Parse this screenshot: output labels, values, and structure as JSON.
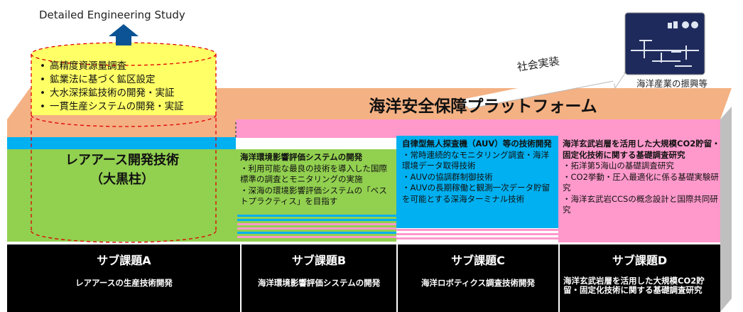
{
  "top_label": "Detailed Engineering Study",
  "cylinder_bullets": [
    "高精度資源量調査",
    "鉱業法に基づく鉱区設定",
    "大水深採鉱技術の開発・実証",
    "一貫生産システムの開発・実証"
  ],
  "platform_title": "海洋安全保障プラットフォーム",
  "social_label": "社会実装",
  "ocean_industry_label": "海洋産業の振興等",
  "colors": {
    "green": "#92d050",
    "pink": "#ff99cc",
    "blue": "#00b0f0",
    "peach": "#f4b183",
    "black": "#000000",
    "navy": "#1f2a5c"
  },
  "column_a": {
    "title_line1": "レアアース開発技術",
    "title_line2": "（大黒柱）"
  },
  "column_b": {
    "heading": "海洋環境影響評価システムの開発",
    "items": [
      "・利用可能な最良の技術を導入した国際標準の調査とモニタリングの実施",
      "・深海の環境影響評価システムの「ベストプラクティス」を目指す"
    ]
  },
  "column_c": {
    "heading": "自律型無人探査機（AUV）等の技術開発",
    "items": [
      "・常時連続的なモニタリング調査・海洋環境データ取得技術",
      "・AUVの協調群制御技術",
      "・AUVの長期稼働と観測一次データ貯留を可能とする深海ターミナル技術"
    ]
  },
  "column_d": {
    "heading": "海洋玄武岩層を活用した大規模CO2貯留・固定化技術に関する基礎調査研究",
    "items": [
      "・拓洋第5海山の基礎調査研究",
      "・CO2挙動・圧入最適化に係る基礎実験研究",
      "・海洋玄武岩CCSの概念設計と国際共同研究"
    ]
  },
  "sub_themes": [
    {
      "title": "サブ課題A",
      "desc": "レアアースの生産技術開発"
    },
    {
      "title": "サブ課題B",
      "desc": "海洋環境影響評価システムの開発"
    },
    {
      "title": "サブ課題C",
      "desc": "海洋ロボティクス調査技術開発"
    },
    {
      "title": "サブ課題D",
      "desc": "海洋玄武岩層を活用した大規模CO2貯留・固定化技術に関する基礎調査研究"
    }
  ]
}
